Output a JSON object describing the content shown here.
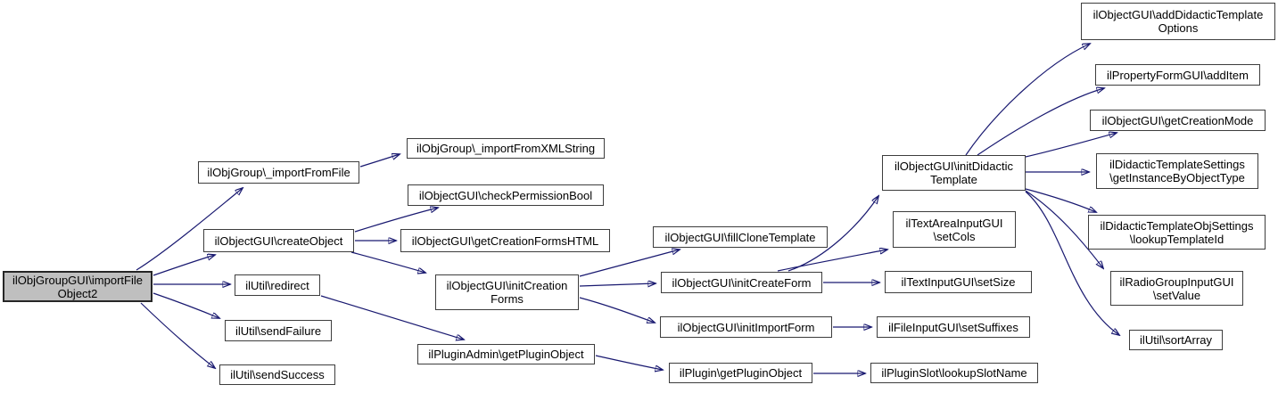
{
  "diagram": {
    "type": "call-graph",
    "root_function": "ilObjGroupGUI\\importFileObject2",
    "colors": {
      "edge": "#191970",
      "node_border": "#3d3d3d",
      "node_fill": "#ffffff",
      "root_fill": "#bfbfbf",
      "text": "#000000",
      "background": "#ffffff"
    },
    "nodes": [
      {
        "id": "importFileObject2",
        "label": [
          "ilObjGroupGUI\\importFile",
          "Object2"
        ]
      },
      {
        "id": "importFromFile",
        "label": "ilObjGroup\\_importFromFile"
      },
      {
        "id": "importFromXMLString",
        "label": "ilObjGroup\\_importFromXMLString"
      },
      {
        "id": "createObject",
        "label": "ilObjectGUI\\createObject"
      },
      {
        "id": "checkPermissionBool",
        "label": "ilObjectGUI\\checkPermissionBool"
      },
      {
        "id": "getCreationFormsHTML",
        "label": "ilObjectGUI\\getCreationFormsHTML"
      },
      {
        "id": "initCreationForms",
        "label": [
          "ilObjectGUI\\initCreation",
          "Forms"
        ]
      },
      {
        "id": "redirect",
        "label": "ilUtil\\redirect"
      },
      {
        "id": "sendFailure",
        "label": "ilUtil\\sendFailure"
      },
      {
        "id": "sendSuccess",
        "label": "ilUtil\\sendSuccess"
      },
      {
        "id": "pluginAdminGetPluginObject",
        "label": "ilPluginAdmin\\getPluginObject"
      },
      {
        "id": "fillCloneTemplate",
        "label": "ilObjectGUI\\fillCloneTemplate"
      },
      {
        "id": "initCreateForm",
        "label": "ilObjectGUI\\initCreateForm"
      },
      {
        "id": "initImportForm",
        "label": "ilObjectGUI\\initImportForm"
      },
      {
        "id": "pluginGetPluginObject",
        "label": "ilPlugin\\getPluginObject"
      },
      {
        "id": "initDidacticTemplate",
        "label": [
          "ilObjectGUI\\initDidactic",
          "Template"
        ]
      },
      {
        "id": "setCols",
        "label": [
          "ilTextAreaInputGUI",
          "\\setCols"
        ]
      },
      {
        "id": "setSize",
        "label": "ilTextInputGUI\\setSize"
      },
      {
        "id": "setSuffixes",
        "label": "ilFileInputGUI\\setSuffixes"
      },
      {
        "id": "lookupSlotName",
        "label": "ilPluginSlot\\lookupSlotName"
      },
      {
        "id": "addDidacticTemplateOptions",
        "label": [
          "ilObjectGUI\\addDidacticTemplate",
          "Options"
        ]
      },
      {
        "id": "addItem",
        "label": "ilPropertyFormGUI\\addItem"
      },
      {
        "id": "getCreationMode",
        "label": "ilObjectGUI\\getCreationMode"
      },
      {
        "id": "getInstanceByObjectType",
        "label": [
          "ilDidacticTemplateSettings",
          "\\getInstanceByObjectType"
        ]
      },
      {
        "id": "lookupTemplateId",
        "label": [
          "ilDidacticTemplateObjSettings",
          "\\lookupTemplateId"
        ]
      },
      {
        "id": "setValue",
        "label": [
          "ilRadioGroupInputGUI",
          "\\setValue"
        ]
      },
      {
        "id": "sortArray",
        "label": "ilUtil\\sortArray"
      }
    ],
    "edges": [
      {
        "from": "importFileObject2",
        "to": "importFromFile"
      },
      {
        "from": "importFileObject2",
        "to": "createObject"
      },
      {
        "from": "importFileObject2",
        "to": "redirect"
      },
      {
        "from": "importFileObject2",
        "to": "sendFailure"
      },
      {
        "from": "importFileObject2",
        "to": "sendSuccess"
      },
      {
        "from": "importFromFile",
        "to": "importFromXMLString"
      },
      {
        "from": "createObject",
        "to": "checkPermissionBool"
      },
      {
        "from": "createObject",
        "to": "getCreationFormsHTML"
      },
      {
        "from": "createObject",
        "to": "initCreationForms"
      },
      {
        "from": "redirect",
        "to": "pluginAdminGetPluginObject"
      },
      {
        "from": "initCreationForms",
        "to": "fillCloneTemplate"
      },
      {
        "from": "initCreationForms",
        "to": "initCreateForm"
      },
      {
        "from": "initCreationForms",
        "to": "initImportForm"
      },
      {
        "from": "initCreateForm",
        "to": "initDidacticTemplate"
      },
      {
        "from": "initCreateForm",
        "to": "setCols"
      },
      {
        "from": "initCreateForm",
        "to": "setSize"
      },
      {
        "from": "initImportForm",
        "to": "setSuffixes"
      },
      {
        "from": "pluginAdminGetPluginObject",
        "to": "pluginGetPluginObject"
      },
      {
        "from": "pluginGetPluginObject",
        "to": "lookupSlotName"
      },
      {
        "from": "initDidacticTemplate",
        "to": "addDidacticTemplateOptions"
      },
      {
        "from": "initDidacticTemplate",
        "to": "addItem"
      },
      {
        "from": "initDidacticTemplate",
        "to": "getCreationMode"
      },
      {
        "from": "initDidacticTemplate",
        "to": "getInstanceByObjectType"
      },
      {
        "from": "initDidacticTemplate",
        "to": "lookupTemplateId"
      },
      {
        "from": "initDidacticTemplate",
        "to": "setValue"
      },
      {
        "from": "initDidacticTemplate",
        "to": "sortArray"
      }
    ]
  }
}
